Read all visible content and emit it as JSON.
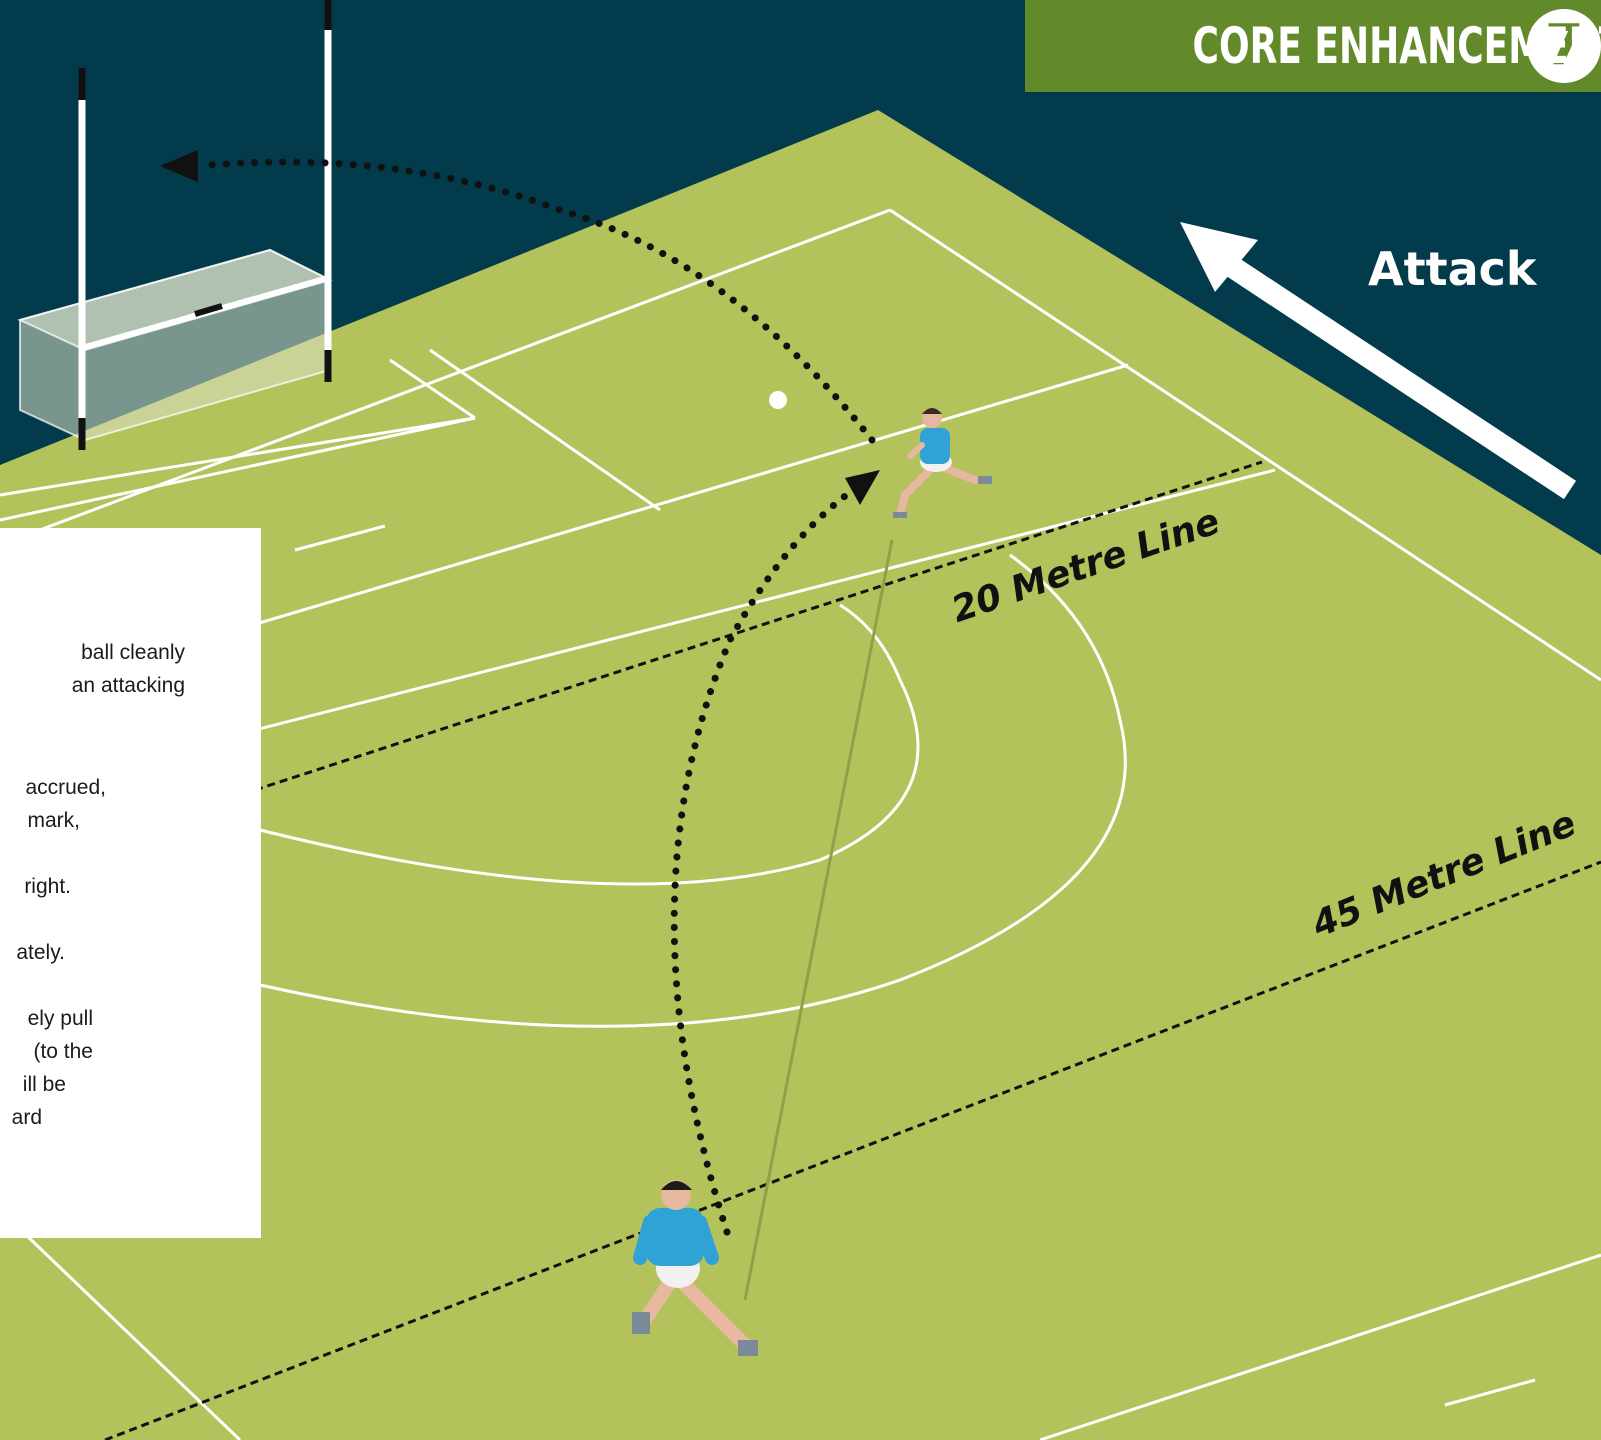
{
  "banner": {
    "title": "CORE ENHANCEMENT",
    "number": "7"
  },
  "direction": {
    "label": "Attack"
  },
  "field_lines": {
    "twenty": "20 Metre Line",
    "forty_five": "45 Metre Line"
  },
  "info_box": {
    "lines": [
      "ball cleanly",
      "an attacking",
      "accrued,",
      "mark,",
      "right.",
      "ately.",
      "ely pull",
      "(to the",
      "ill be",
      "ard"
    ]
  },
  "colors": {
    "background": "#023b4b",
    "pitch": "#b3c25a",
    "pitch_side": "#6e8a2e",
    "banner": "#638a2a",
    "player_jersey": "#2fa3d6"
  }
}
